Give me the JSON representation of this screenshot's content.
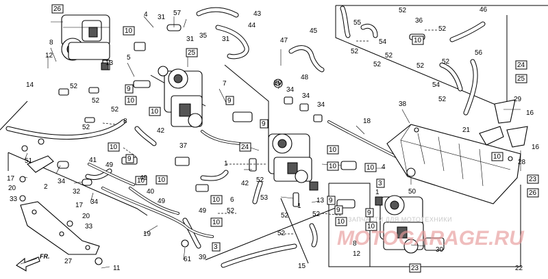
{
  "watermark": {
    "text": "ЗАПЧАСТИ ДЛЯ МОТОТЕХНИКИ",
    "logo": "MOTOGARAGE.RU"
  },
  "direction": {
    "label": "FR."
  },
  "callouts": [
    {
      "id": "c26a",
      "text": "26",
      "boxed": true
    },
    {
      "id": "c26b",
      "text": "26",
      "boxed": true
    },
    {
      "id": "c25a",
      "text": "25",
      "boxed": true
    },
    {
      "id": "c25b",
      "text": "25",
      "boxed": true
    },
    {
      "id": "c24a",
      "text": "24",
      "boxed": true
    },
    {
      "id": "c24b",
      "text": "24",
      "boxed": true
    },
    {
      "id": "c23a",
      "text": "23",
      "boxed": true
    },
    {
      "id": "c23b",
      "text": "23",
      "boxed": true
    },
    {
      "id": "c10a",
      "text": "10",
      "boxed": true
    },
    {
      "id": "c10b",
      "text": "10",
      "boxed": true
    },
    {
      "id": "c10c",
      "text": "10",
      "boxed": true
    },
    {
      "id": "c10d",
      "text": "10",
      "boxed": true
    },
    {
      "id": "c10e",
      "text": "10",
      "boxed": true
    },
    {
      "id": "c10f",
      "text": "10",
      "boxed": true
    },
    {
      "id": "c10g",
      "text": "10",
      "boxed": true
    },
    {
      "id": "c10h",
      "text": "10",
      "boxed": true
    },
    {
      "id": "c10i",
      "text": "10",
      "boxed": true
    },
    {
      "id": "c10j",
      "text": "10",
      "boxed": true
    },
    {
      "id": "c10k",
      "text": "10",
      "boxed": true
    },
    {
      "id": "c10l",
      "text": "10",
      "boxed": true
    },
    {
      "id": "c10m",
      "text": "10",
      "boxed": true
    },
    {
      "id": "c10n",
      "text": "10",
      "boxed": true
    },
    {
      "id": "c10o",
      "text": "10",
      "boxed": true
    },
    {
      "id": "c9a",
      "text": "9",
      "boxed": true
    },
    {
      "id": "c9b",
      "text": "9",
      "boxed": true
    },
    {
      "id": "c9c",
      "text": "9",
      "boxed": true
    },
    {
      "id": "c9d",
      "text": "9",
      "boxed": true
    },
    {
      "id": "c9e",
      "text": "9",
      "boxed": true
    },
    {
      "id": "c9f",
      "text": "9",
      "boxed": true
    },
    {
      "id": "c9g",
      "text": "9",
      "boxed": true
    },
    {
      "id": "c3a",
      "text": "3",
      "boxed": true
    },
    {
      "id": "c3b",
      "text": "3",
      "boxed": true
    },
    {
      "id": "c4a",
      "text": "4"
    },
    {
      "id": "c4b",
      "text": "4"
    },
    {
      "id": "c31a",
      "text": "31"
    },
    {
      "id": "c31b",
      "text": "31"
    },
    {
      "id": "c31c",
      "text": "31"
    },
    {
      "id": "c57",
      "text": "57"
    },
    {
      "id": "c35",
      "text": "35"
    },
    {
      "id": "c43",
      "text": "43"
    },
    {
      "id": "c44",
      "text": "44"
    },
    {
      "id": "c45",
      "text": "45"
    },
    {
      "id": "c47",
      "text": "47"
    },
    {
      "id": "c48",
      "text": "48"
    },
    {
      "id": "c55",
      "text": "55"
    },
    {
      "id": "c36",
      "text": "36"
    },
    {
      "id": "c46",
      "text": "46"
    },
    {
      "id": "c56",
      "text": "56"
    },
    {
      "id": "c54a",
      "text": "54"
    },
    {
      "id": "c54b",
      "text": "54"
    },
    {
      "id": "c52a",
      "text": "52"
    },
    {
      "id": "c52b",
      "text": "52"
    },
    {
      "id": "c52c",
      "text": "52"
    },
    {
      "id": "c52d",
      "text": "52"
    },
    {
      "id": "c52e",
      "text": "52"
    },
    {
      "id": "c52f",
      "text": "52"
    },
    {
      "id": "c52g",
      "text": "52"
    },
    {
      "id": "c52h",
      "text": "52"
    },
    {
      "id": "c52i",
      "text": "52"
    },
    {
      "id": "c52j",
      "text": "52"
    },
    {
      "id": "c52k",
      "text": "52"
    },
    {
      "id": "c52l",
      "text": "52"
    },
    {
      "id": "c52m",
      "text": "52"
    },
    {
      "id": "c52n",
      "text": "52"
    },
    {
      "id": "c52o",
      "text": "52"
    },
    {
      "id": "c52p",
      "text": "52"
    },
    {
      "id": "c52q",
      "text": "52"
    },
    {
      "id": "c12a",
      "text": "12"
    },
    {
      "id": "c12b",
      "text": "12"
    },
    {
      "id": "c8a",
      "text": "8"
    },
    {
      "id": "c8b",
      "text": "8"
    },
    {
      "id": "c8c",
      "text": "8"
    },
    {
      "id": "c13a",
      "text": "13"
    },
    {
      "id": "c13b",
      "text": "13"
    },
    {
      "id": "c14",
      "text": "14"
    },
    {
      "id": "c5",
      "text": "5"
    },
    {
      "id": "c7",
      "text": "7"
    },
    {
      "id": "c1a",
      "text": "1"
    },
    {
      "id": "c1b",
      "text": "1"
    },
    {
      "id": "c1c",
      "text": "1"
    },
    {
      "id": "c42a",
      "text": "42"
    },
    {
      "id": "c42b",
      "text": "42"
    },
    {
      "id": "c37",
      "text": "37"
    },
    {
      "id": "c41",
      "text": "41"
    },
    {
      "id": "c49a",
      "text": "49"
    },
    {
      "id": "c49b",
      "text": "49"
    },
    {
      "id": "c49c",
      "text": "49"
    },
    {
      "id": "c49d",
      "text": "49"
    },
    {
      "id": "c40",
      "text": "40"
    },
    {
      "id": "c6",
      "text": "6"
    },
    {
      "id": "c19",
      "text": "19"
    },
    {
      "id": "c61",
      "text": "61"
    },
    {
      "id": "c39",
      "text": "39"
    },
    {
      "id": "c51",
      "text": "51"
    },
    {
      "id": "c17a",
      "text": "17"
    },
    {
      "id": "c17b",
      "text": "17"
    },
    {
      "id": "c20a",
      "text": "20"
    },
    {
      "id": "c20b",
      "text": "20"
    },
    {
      "id": "c33a",
      "text": "33"
    },
    {
      "id": "c33b",
      "text": "33"
    },
    {
      "id": "c2",
      "text": "2"
    },
    {
      "id": "c34a",
      "text": "34"
    },
    {
      "id": "c34b",
      "text": "34"
    },
    {
      "id": "c34c",
      "text": "34"
    },
    {
      "id": "c34d",
      "text": "34"
    },
    {
      "id": "c34e",
      "text": "34"
    },
    {
      "id": "c32",
      "text": "32"
    },
    {
      "id": "c27",
      "text": "27"
    },
    {
      "id": "c11",
      "text": "11"
    },
    {
      "id": "c50a",
      "text": "50"
    },
    {
      "id": "c50b",
      "text": "50"
    },
    {
      "id": "c18",
      "text": "18"
    },
    {
      "id": "c38",
      "text": "38"
    },
    {
      "id": "c53",
      "text": "53"
    },
    {
      "id": "c15",
      "text": "15"
    },
    {
      "id": "c29",
      "text": "29"
    },
    {
      "id": "c16a",
      "text": "16"
    },
    {
      "id": "c16b",
      "text": "16"
    },
    {
      "id": "c21",
      "text": "21"
    },
    {
      "id": "c28",
      "text": "28"
    },
    {
      "id": "c30",
      "text": "30"
    },
    {
      "id": "c22",
      "text": "22"
    }
  ]
}
